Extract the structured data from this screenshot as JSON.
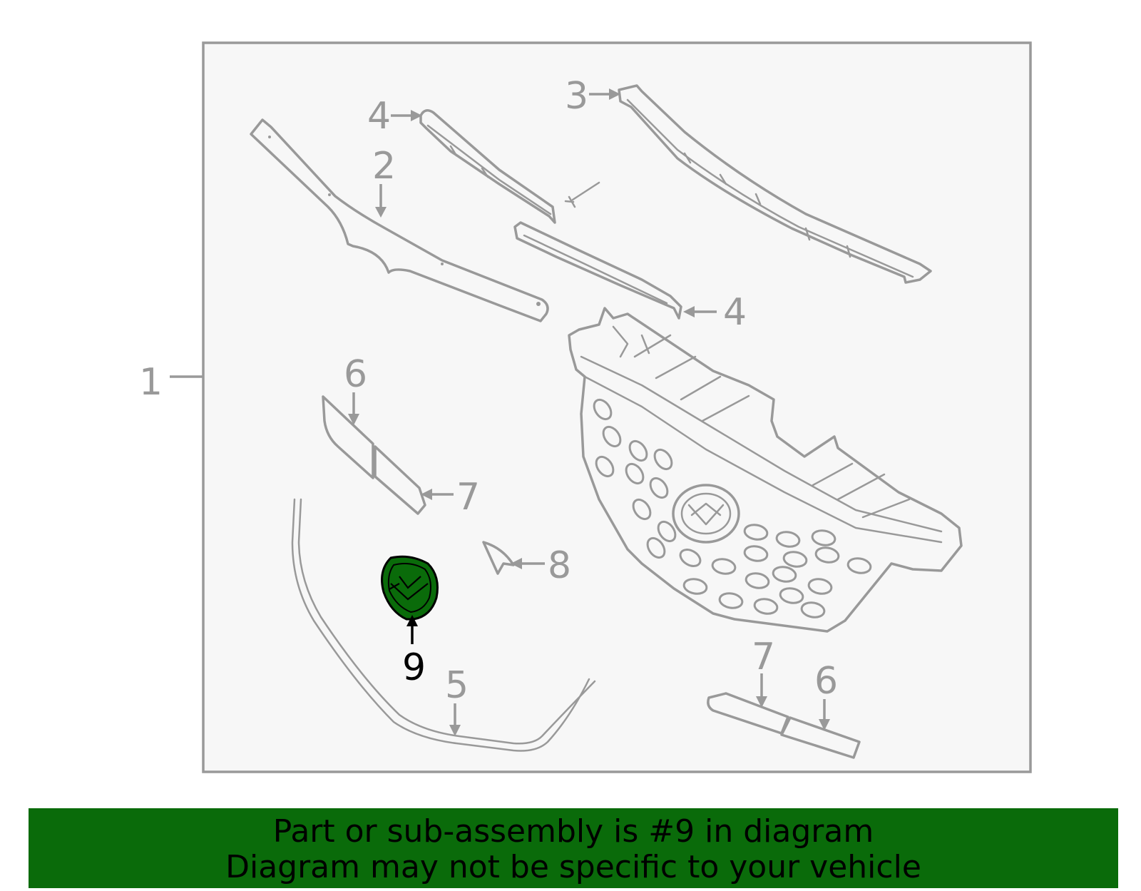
{
  "callouts": {
    "c1": "1",
    "c2": "2",
    "c3": "3",
    "c4a": "4",
    "c4b": "4",
    "c5": "5",
    "c6a": "6",
    "c6b": "6",
    "c7a": "7",
    "c7b": "7",
    "c8": "8",
    "c9": "9"
  },
  "highlighted_part": "9",
  "colors": {
    "highlight": "#0a6b0a",
    "line": "#999999",
    "panel": "#f7f7f7",
    "banner": "#0a6b0a"
  },
  "banner": {
    "line1": "Part or sub-assembly is #9 in diagram",
    "line2": "Diagram may not be specific to your vehicle"
  }
}
